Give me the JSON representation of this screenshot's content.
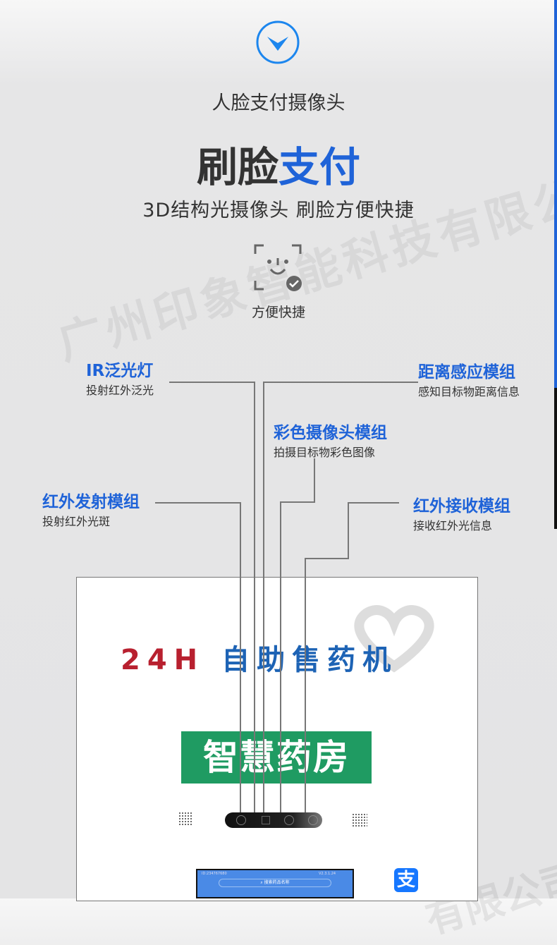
{
  "watermark": "广州印象智能科技有限公司",
  "watermark_bottom": "有限公司",
  "header": {
    "subtitle": "人脸支付摄像头",
    "title_dark": "刷脸",
    "title_blue": "支付",
    "tagline": "3D结构光摄像头 刷脸方便快捷"
  },
  "feature": {
    "icon": "face-scan-check-icon",
    "label": "方便快捷"
  },
  "labels": {
    "ir": {
      "title": "IR泛光灯",
      "desc": "投射红外泛光"
    },
    "distance": {
      "title": "距离感应模组",
      "desc": "感知目标物距离信息"
    },
    "color_cam": {
      "title": "彩色摄像头模组",
      "desc": "拍摄目标物彩色图像"
    },
    "ir_emit": {
      "title": "红外发射模组",
      "desc": "投射红外光斑"
    },
    "ir_recv": {
      "title": "红外接收模组",
      "desc": "接收红外光信息"
    }
  },
  "device": {
    "banner_red": "24H",
    "banner_blue": "自助售药机",
    "sign": "智慧药房",
    "screen_id": "ID:234767680",
    "screen_version": "V2.3.1.24",
    "search_placeholder": "搜索药品名称",
    "pay_logo": "支"
  },
  "colors": {
    "accent": "#1f63d8",
    "red": "#b8202f",
    "green": "#1f9b62",
    "alipay": "#1677ff"
  }
}
